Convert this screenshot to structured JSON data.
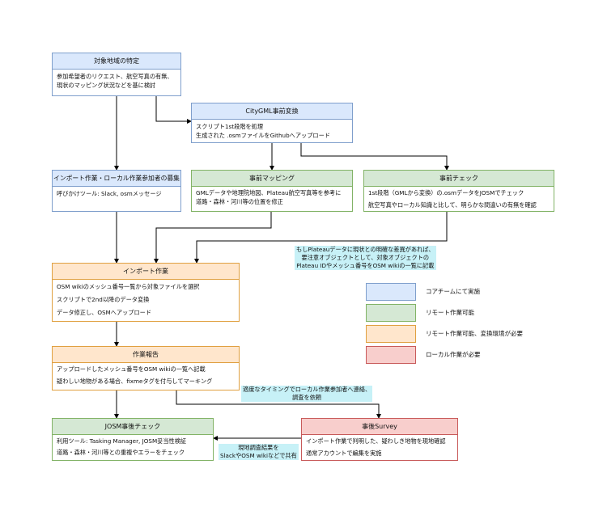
{
  "nodes": {
    "target": {
      "title": "対象地域の特定",
      "lines": [
        "参加希望者のリクエスト、航空写真の有無、",
        "現状のマッピング状況などを基に検討"
      ]
    },
    "citygml": {
      "title": "CityGML事前変換",
      "lines": [
        "スクリプト1st段階を処理",
        "生成された .osmファイルをGithubへアップロード"
      ]
    },
    "recruit": {
      "title": "インポート作業・ローカル作業参加者の募集",
      "lines": [
        "呼びかけツール: Slack, osmメッセージ"
      ]
    },
    "premap": {
      "title": "事前マッピング",
      "lines": [
        "GMLデータや地理院地図、Plateau航空写真等を参考に",
        "道路・森林・河川等の位置を修正"
      ]
    },
    "precheck": {
      "title": "事前チェック",
      "lines": [
        "1st段階（GMLから変換）の.osmデータをJOSMでチェック",
        "航空写真やローカル知識と比して、明らかな間違いの有無を確認"
      ]
    },
    "import": {
      "title": "インポート作業",
      "lines": [
        "OSM wikiのメッシュ番号一覧から対象ファイルを選択",
        "スクリプトで2nd以降のデータ変換",
        "データ修正し、OSMへアップロード"
      ]
    },
    "report": {
      "title": "作業報告",
      "lines": [
        "アップロードしたメッシュ番号をOSM wikiの一覧へ記載",
        "疑わしい地物がある場合、fixmeタグを付与してマーキング"
      ]
    },
    "josm": {
      "title": "JOSM事後チェック",
      "lines": [
        "利用ツール: Tasking Manager, JOSM妥当性検証",
        "道路・森林・河川等との重複やエラーをチェック"
      ]
    },
    "survey": {
      "title": "事後Survey",
      "lines": [
        "インポート作業で判明した、疑わしき地物を現地確認",
        "通常アカウントで編集を実施"
      ]
    }
  },
  "notes": {
    "plateau_diff": [
      "もしPlateauデータに現状との明確な差異があれば、",
      "要注意オブジェクトとして、対象オブジェクトの",
      "Plateau IDやメッシュ番号をOSM wikiの一覧に記載"
    ],
    "contact_local": [
      "適度なタイミングでローカル作業参加者へ連絡、",
      "調査を依頼"
    ],
    "share_results": [
      "現地調査結果を",
      "SlackやOSM wikiなどで共有"
    ]
  },
  "legend": [
    {
      "label": "コアチームにて実施",
      "color": "#dae8fc",
      "border": "#7f9fcc"
    },
    {
      "label": "リモート作業可能",
      "color": "#d5e8d4",
      "border": "#82b366"
    },
    {
      "label": "リモート作業可能、変換環境が必要",
      "color": "#ffe6cc",
      "border": "#e0a040"
    },
    {
      "label": "ローカル作業が必要",
      "color": "#f8cecc",
      "border": "#c85a5a"
    }
  ]
}
